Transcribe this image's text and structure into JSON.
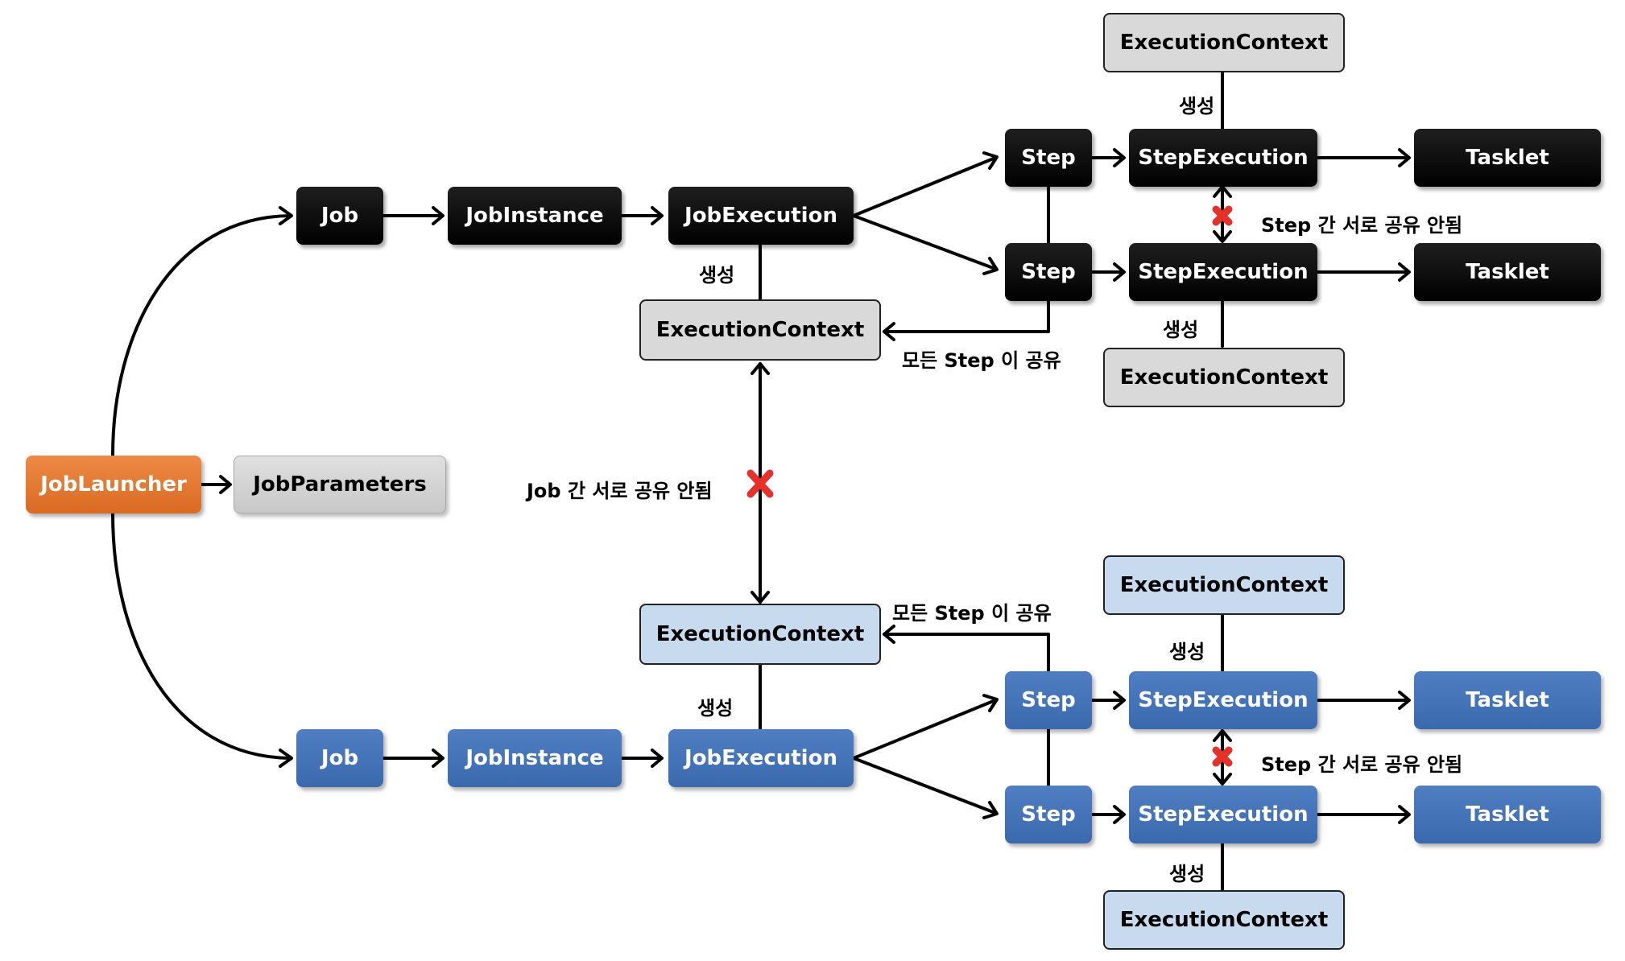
{
  "launcher": {
    "label": "JobLauncher",
    "params": "JobParameters"
  },
  "job_a": {
    "job": "Job",
    "instance": "JobInstance",
    "execution": "JobExecution",
    "context": "ExecutionContext",
    "step1": "Step",
    "step2": "Step",
    "stepexec1": "StepExecution",
    "stepexec2": "StepExecution",
    "tasklet1": "Tasklet",
    "tasklet2": "Tasklet",
    "stepctx1": "ExecutionContext",
    "stepctx2": "ExecutionContext"
  },
  "job_b": {
    "job": "Job",
    "instance": "JobInstance",
    "execution": "JobExecution",
    "context": "ExecutionContext",
    "step1": "Step",
    "step2": "Step",
    "stepexec1": "StepExecution",
    "stepexec2": "StepExecution",
    "tasklet1": "Tasklet",
    "tasklet2": "Tasklet",
    "stepctx1": "ExecutionContext",
    "stepctx2": "ExecutionContext"
  },
  "labels": {
    "create": "생성",
    "all_steps_share": "모든 Step 이 공유",
    "step_no_share": "Step 간 서로 공유 안됨",
    "job_no_share": "Job 간 서로 공유 안됨"
  },
  "colors": {
    "orange": "#e0762e",
    "black": "#000000",
    "blue": "#4472b8",
    "gray": "#d9d9d9",
    "light_blue": "#c8daee",
    "cross": "#e8302a"
  }
}
